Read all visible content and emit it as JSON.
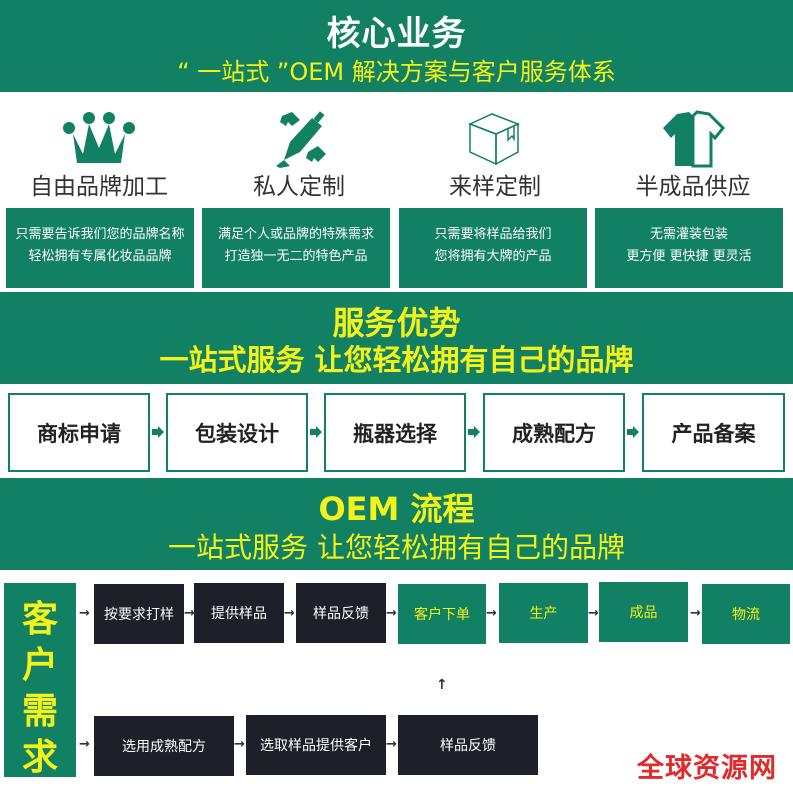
{
  "header": {
    "title": "核心业务",
    "subtitle": "“ 一站式 ”OEM 解决方案与客户服务体系"
  },
  "business": [
    {
      "icon": "crown-icon",
      "title": "自由品牌加工",
      "line1": "只需要告诉我们您的品牌名称",
      "line2": "轻松拥有专属化妆品品牌"
    },
    {
      "icon": "pencil-ruler-icon",
      "title": "私人定制",
      "line1": "满足个人或品牌的特殊需求",
      "line2": "打造独一无二的特色产品"
    },
    {
      "icon": "box-icon",
      "title": "来样定制",
      "line1": "只需要将样品给我们",
      "line2": "您将拥有大牌的产品"
    },
    {
      "icon": "tshirt-icon",
      "title": "半成品供应",
      "line1": "无需灌装包装",
      "line2": "更方便 更快捷 更灵活"
    }
  ],
  "service": {
    "title": "服务优势",
    "subtitle": "一站式服务 让您轻松拥有自己的品牌",
    "steps": [
      "商标申请",
      "包装设计",
      "瓶器选择",
      "成熟配方",
      "产品备案"
    ]
  },
  "oem": {
    "title": "OEM 流程",
    "subtitle": "一站式服务 让您轻松拥有自己的品牌"
  },
  "flow": {
    "start": "客户需求",
    "row1": [
      "按要求打样",
      "提供样品",
      "样品反馈",
      "客户下单",
      "生产",
      "成品",
      "物流"
    ],
    "row2": [
      "选用成熟配方",
      "选取样品提供客户",
      "样品反馈"
    ],
    "arrow": "→",
    "up_arrow": "↑"
  },
  "colors": {
    "green": "#128063",
    "yellow": "#f4f21b",
    "dark": "#1d2029",
    "watermark": "#e02b2b"
  },
  "watermark": "全球资源网"
}
